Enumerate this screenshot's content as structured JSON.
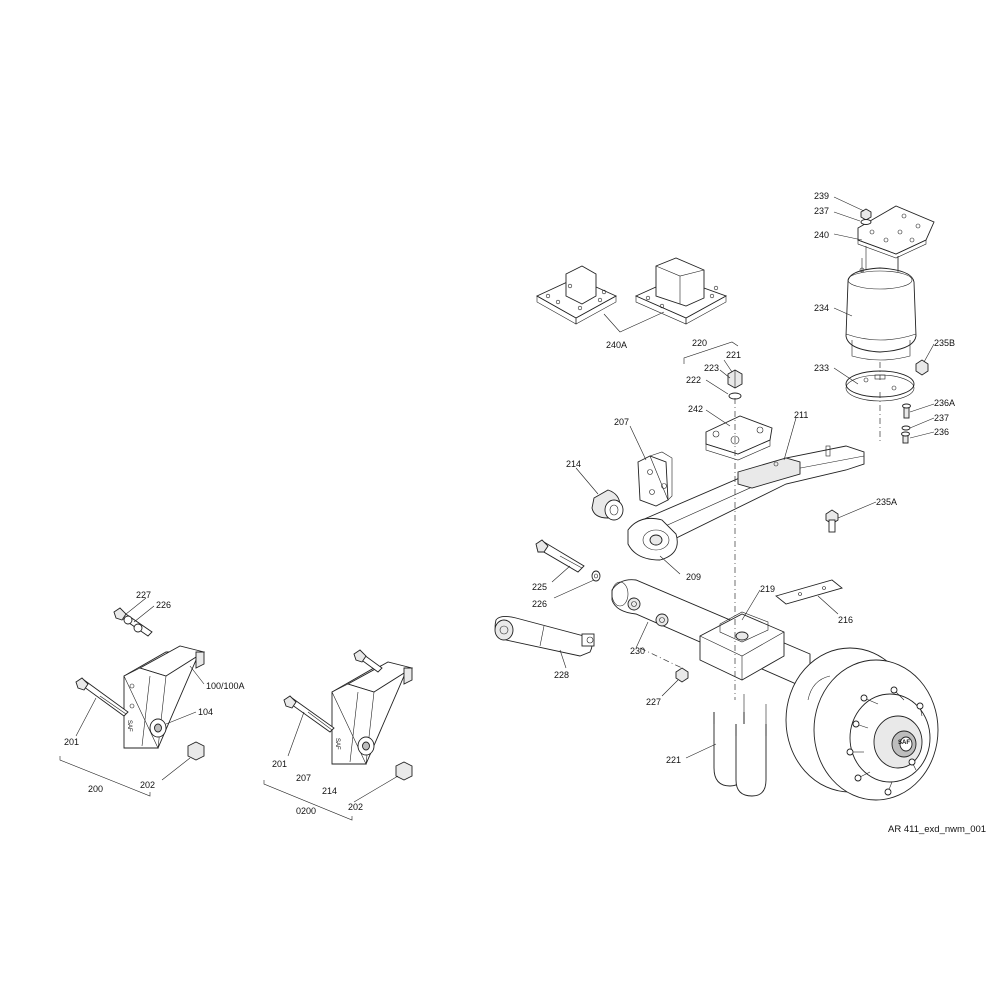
{
  "drawing": {
    "reference": "AR 411_exd_nwm_001",
    "callouts": {
      "c239": "239",
      "c237_top": "237",
      "c240": "240",
      "c234": "234",
      "c235b": "235B",
      "c233": "233",
      "c236a": "236A",
      "c237_bot": "237",
      "c236": "236",
      "c240a": "240A",
      "c220": "220",
      "c221_nut": "221",
      "c223": "223",
      "c222": "222",
      "c242": "242",
      "c211": "211",
      "c207_main": "207",
      "c214_main": "214",
      "c209": "209",
      "c235a": "235A",
      "c225": "225",
      "c226_main": "226",
      "c219": "219",
      "c216": "216",
      "c230": "230",
      "c228": "228",
      "c227_main": "227",
      "c221_ubolt": "221",
      "c227_left": "227",
      "c226_left": "226",
      "c100": "100/100A",
      "c104": "104",
      "c201_left": "201",
      "c202_left": "202",
      "c200": "200",
      "c201_mid": "201",
      "c207_mid": "207",
      "c214_mid": "214",
      "c0200": "0200",
      "c202_mid": "202"
    },
    "stamps": {
      "bracket_left": "SAF",
      "bracket_mid": "SAF",
      "hub": "SAF"
    }
  }
}
